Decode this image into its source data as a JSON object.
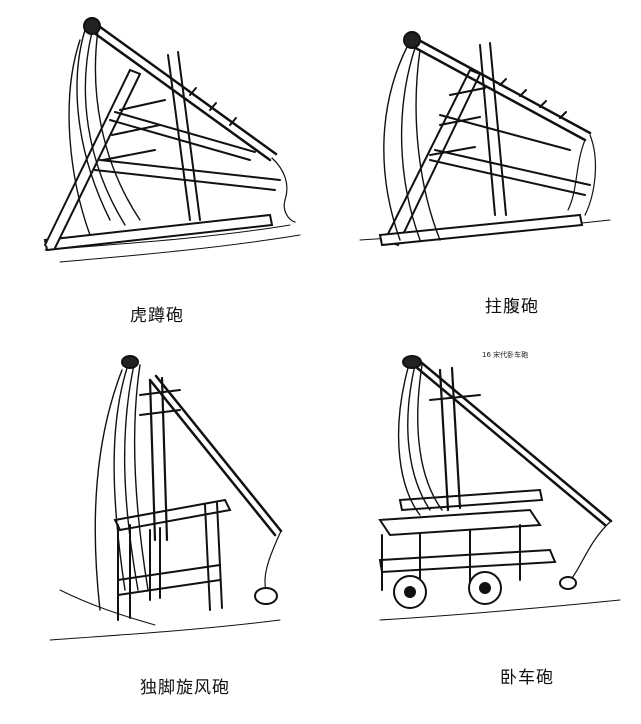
{
  "figures": [
    {
      "caption": "虎蹲砲"
    },
    {
      "caption": "拄腹砲"
    },
    {
      "caption": "独脚旋风砲"
    },
    {
      "caption": "卧车砲",
      "note": "16 宋代卧车砲"
    }
  ],
  "colors": {
    "ink": "#111111",
    "paper": "#ffffff"
  },
  "icons": [
    "trebuchet-illustration"
  ]
}
